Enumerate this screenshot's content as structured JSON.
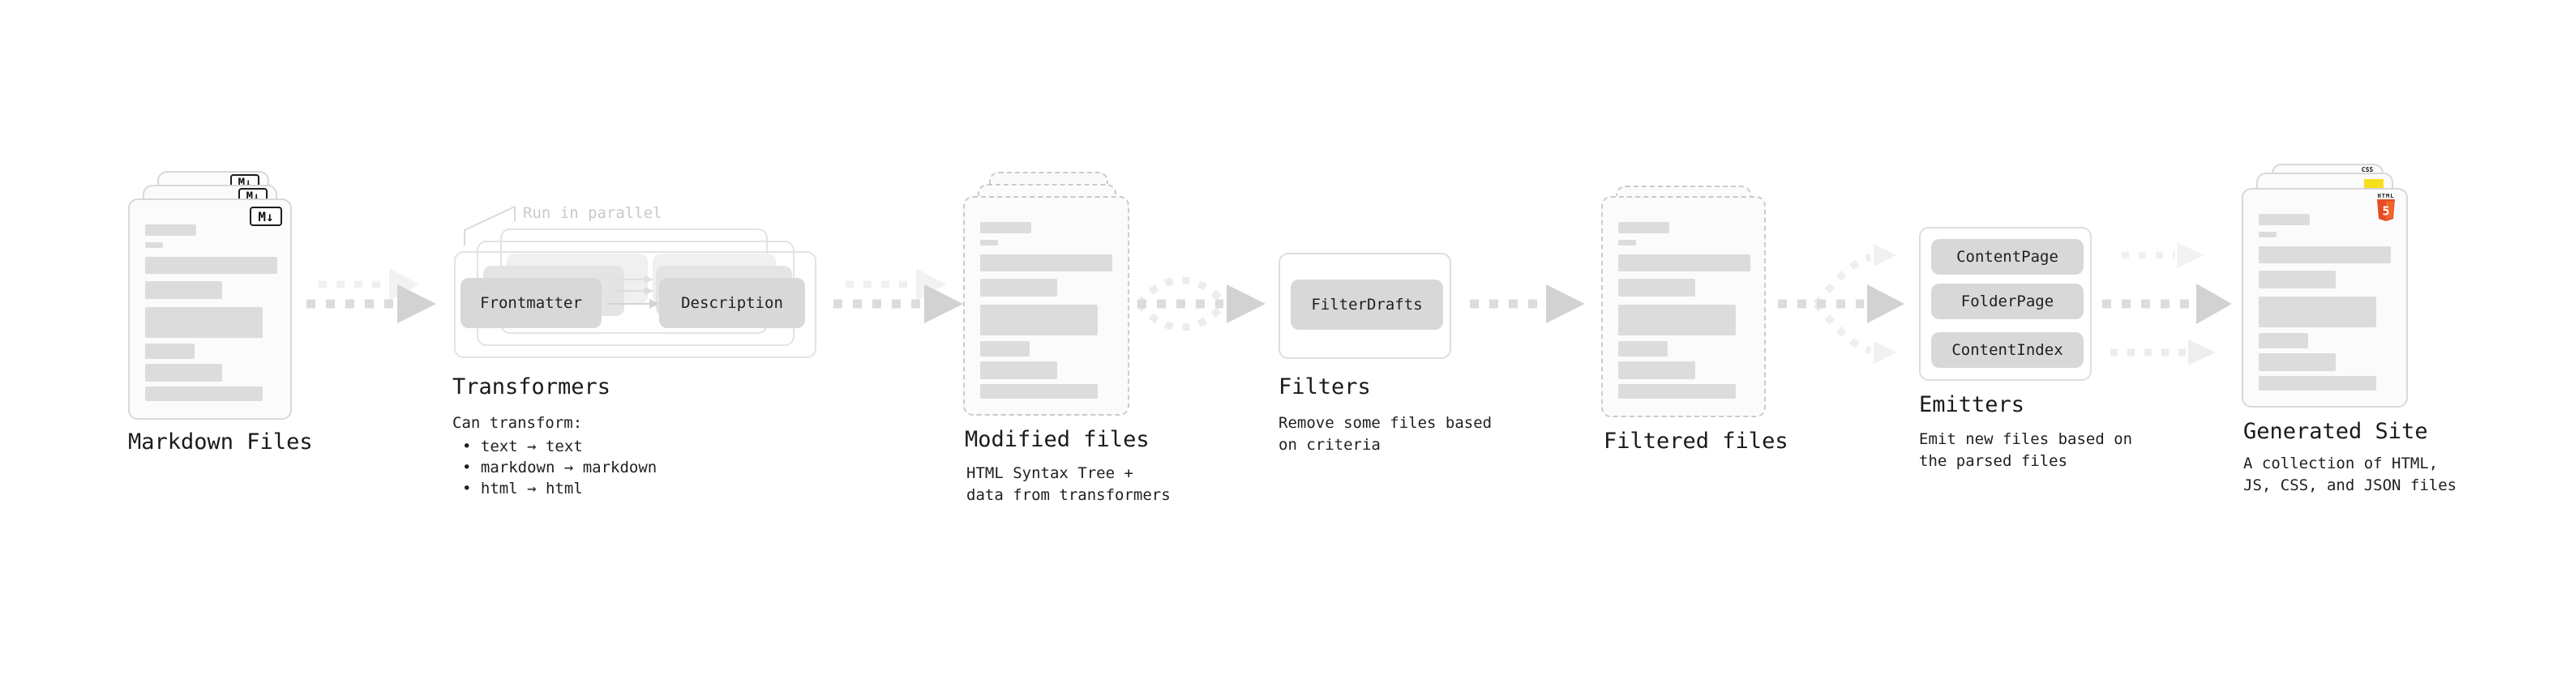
{
  "colors": {
    "html5_orange": "#e44d26",
    "html5_orange_light": "#f16529",
    "html5_white": "#ffffff",
    "js_yellow": "#f7df1e",
    "css_blue": "#2965f1"
  },
  "stages": {
    "markdown": {
      "label": "Markdown Files",
      "badge": "M↓"
    },
    "transformers": {
      "label": "Transformers",
      "note": "Run in parallel",
      "button_left": "Frontmatter",
      "button_right": "Description",
      "desc_title": "Can transform:",
      "bullets": [
        "• text → text",
        "• markdown → markdown",
        "• html → html"
      ]
    },
    "modified": {
      "label": "Modified files",
      "desc": [
        "HTML Syntax Tree +",
        "data from transformers"
      ]
    },
    "filters": {
      "label": "Filters",
      "button": "FilterDrafts",
      "desc": [
        "Remove some files based",
        "on criteria"
      ]
    },
    "filtered": {
      "label": "Filtered files"
    },
    "emitters": {
      "label": "Emitters",
      "buttons": [
        "ContentPage",
        "FolderPage",
        "ContentIndex"
      ],
      "desc": [
        "Emit new files based on",
        "the parsed files"
      ]
    },
    "generated": {
      "label": "Generated Site",
      "desc": [
        "A collection of HTML,",
        "JS, CSS, and JSON files"
      ],
      "badges": {
        "css": "CSS",
        "html_word": "HTML",
        "html_num": "5"
      }
    }
  }
}
